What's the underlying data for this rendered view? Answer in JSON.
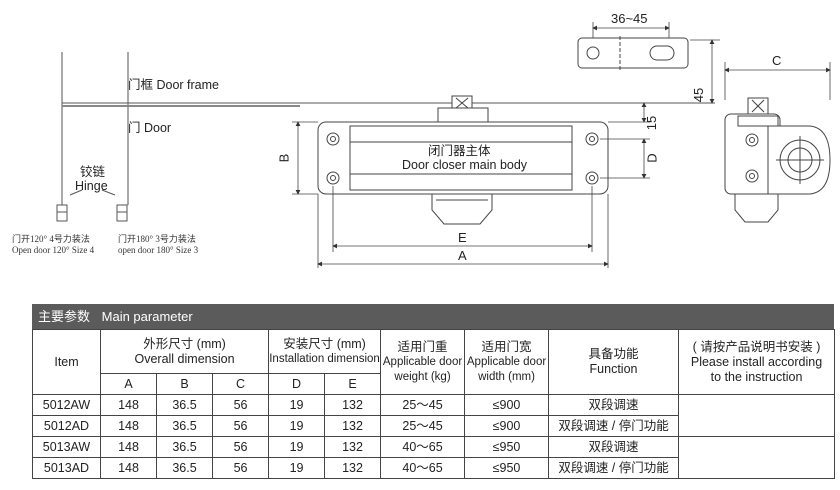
{
  "diagram": {
    "labels": {
      "door_frame": "门框 Door frame",
      "door": "门 Door",
      "hinge_cn": "铰链",
      "hinge_en": "Hinge",
      "open120_cn": "门开120° 4号力装法",
      "open120_en": "Open door 120° Size 4",
      "open180_cn": "门开180° 3号力装法",
      "open180_en": "open door 180° Size 3",
      "body_cn": "闭门器主体",
      "body_en": "Door closer main body"
    },
    "dimensions": {
      "a": "A",
      "b": "B",
      "c": "C",
      "d": "D",
      "e": "E",
      "bracket_width": "36~45",
      "height_45": "45",
      "height_15": "15"
    }
  },
  "parameter_table": {
    "title_cn": "主要参数",
    "title_en": "Main parameter",
    "headers": {
      "item": "Item",
      "overall_cn": "外形尺寸 (mm)",
      "overall_en": "Overall dimension",
      "install_cn": "安装尺寸 (mm)",
      "install_en": "Installation dimension",
      "weight_cn": "适用门重",
      "weight_en1": "Applicable door",
      "weight_en2": "weight (kg)",
      "width_cn": "适用门宽",
      "width_en1": "Applicable door",
      "width_en2": "width (mm)",
      "function_cn": "具备功能",
      "function_en": "Function",
      "note_cn": "( 请按产品说明书安装 )",
      "note_en1": "Please install according",
      "note_en2": "to the instruction",
      "col_a": "A",
      "col_b": "B",
      "col_c": "C",
      "col_d": "D",
      "col_e": "E"
    },
    "rows": [
      {
        "item": "5012AW",
        "a": "148",
        "b": "36.5",
        "c": "56",
        "d": "19",
        "e": "132",
        "weight": "25～45",
        "width": "≤900",
        "function": "双段调速"
      },
      {
        "item": "5012AD",
        "a": "148",
        "b": "36.5",
        "c": "56",
        "d": "19",
        "e": "132",
        "weight": "25～45",
        "width": "≤900",
        "function": "双段调速 / 停门功能"
      },
      {
        "item": "5013AW",
        "a": "148",
        "b": "36.5",
        "c": "56",
        "d": "19",
        "e": "132",
        "weight": "40～65",
        "width": "≤950",
        "function": "双段调速"
      },
      {
        "item": "5013AD",
        "a": "148",
        "b": "36.5",
        "c": "56",
        "d": "19",
        "e": "132",
        "weight": "40～65",
        "width": "≤950",
        "function": "双段调速 / 停门功能"
      }
    ]
  }
}
